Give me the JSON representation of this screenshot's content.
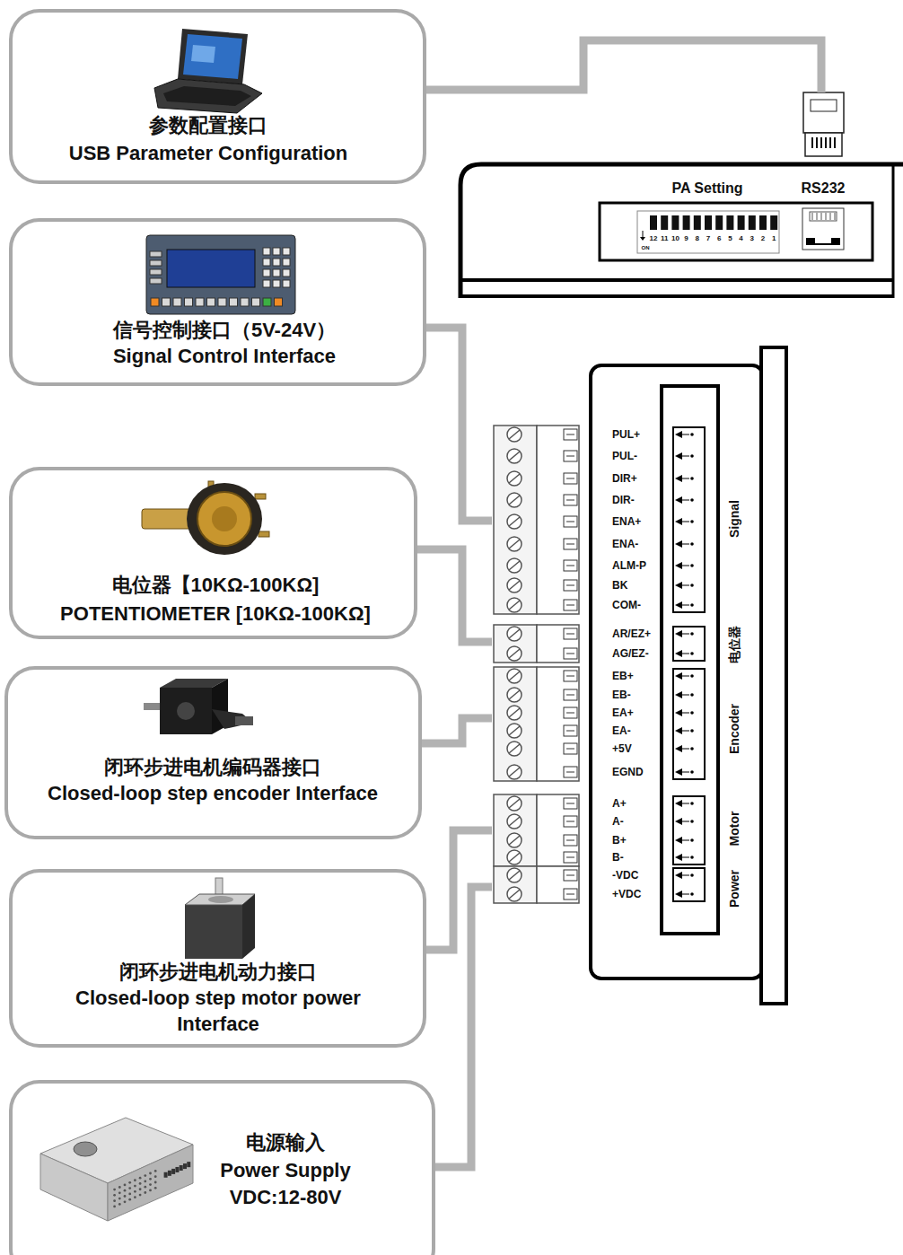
{
  "diagram": {
    "nodes": [
      {
        "text": [
          "参数配置接口",
          "USB Parameter Configuration"
        ]
      },
      {
        "text": [
          "信号控制接口（5V-24V）",
          "Signal Control Interface"
        ]
      },
      {
        "text": [
          "电位器【10KΩ-100KΩ]",
          "POTENTIOMETER [10KΩ-100KΩ]"
        ]
      },
      {
        "text": [
          "闭环步进电机编码器接口",
          "Closed-loop step encoder Interface"
        ]
      },
      {
        "text": [
          "闭环步进电机动力接口",
          "Closed-loop step motor power Interface"
        ]
      },
      {
        "text": [
          "电源输入",
          "Power Supply",
          "VDC:12-80V"
        ]
      },
      {
        "text": [
          "PA Setting",
          "RS232"
        ]
      },
      {
        "text": [
          "Signal",
          "电位器",
          "Encoder",
          "Motor",
          "Power"
        ]
      }
    ],
    "edges": [
      {
        "from": 0,
        "to": 6,
        "arrow": "none"
      },
      {
        "from": 1,
        "to": 7,
        "arrow": "none"
      },
      {
        "from": 2,
        "to": 7,
        "arrow": "none"
      },
      {
        "from": 3,
        "to": 7,
        "arrow": "none"
      },
      {
        "from": 4,
        "to": 7,
        "arrow": "none"
      },
      {
        "from": 5,
        "to": 7,
        "arrow": "none"
      }
    ],
    "labels": [
      "12",
      "11",
      "10",
      "9",
      "8",
      "7",
      "6",
      "5",
      "4",
      "3",
      "2",
      "1",
      "ON",
      "PUL+",
      "PUL-",
      "DIR+",
      "DIR-",
      "ENA+",
      "ENA-",
      "ALM-P",
      "BK",
      "COM-",
      "AR/EZ+",
      "AG/EZ-",
      "EB+",
      "EB-",
      "EA+",
      "EA-",
      "+5V",
      "EGND",
      "A+",
      "A-",
      "B+",
      "B-",
      "-VDC",
      "+VDC"
    ]
  }
}
